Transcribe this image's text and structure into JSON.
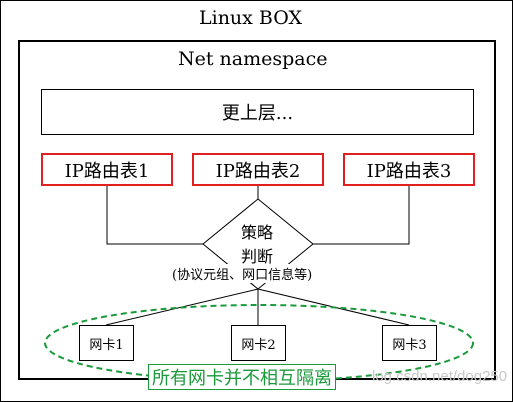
{
  "linux_box_title": "Linux BOX",
  "namespace_title": "Net namespace",
  "upper_layers": "更上层...",
  "routing_tables": [
    "IP路由表1",
    "IP路由表2",
    "IP路由表3"
  ],
  "policy": {
    "line1": "策略",
    "line2": "判断",
    "note": "(协议元组、网口信息等)"
  },
  "nics": [
    "网卡1",
    "网卡2",
    "网卡3"
  ],
  "isolation_note": "所有网卡并不相互隔离",
  "watermark": "log.csdn.net/dog250",
  "colors": {
    "routing_table_border": "#e02020",
    "isolation_green": "#1a9a3a"
  }
}
